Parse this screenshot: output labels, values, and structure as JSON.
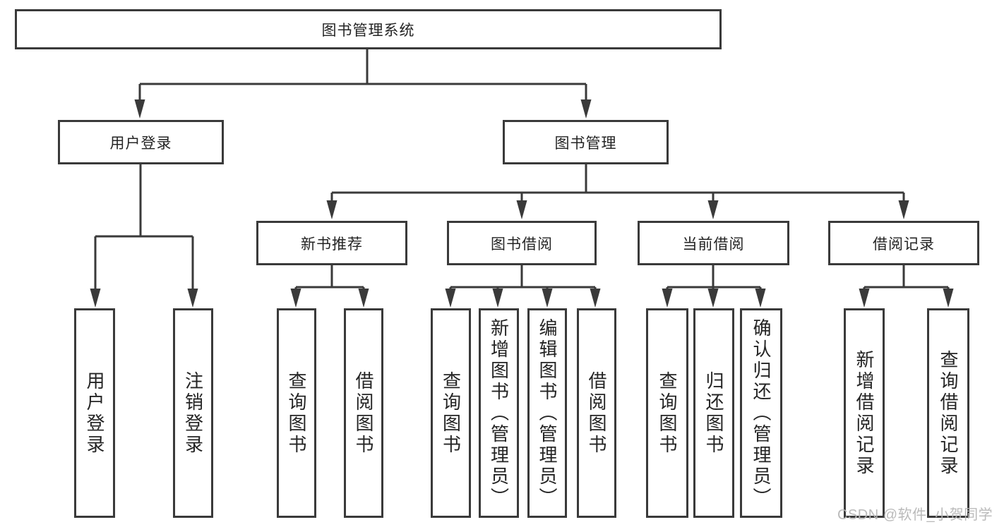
{
  "diagram": {
    "root": {
      "label": "图书管理系统"
    },
    "level2": [
      {
        "label": "用户登录"
      },
      {
        "label": "图书管理"
      }
    ],
    "level3": [
      {
        "label": "新书推荐",
        "parent": "图书管理"
      },
      {
        "label": "图书借阅",
        "parent": "图书管理"
      },
      {
        "label": "当前借阅",
        "parent": "图书管理"
      },
      {
        "label": "借阅记录",
        "parent": "图书管理"
      }
    ],
    "leaves": [
      {
        "label": "用户登录",
        "parent": "用户登录"
      },
      {
        "label": "注销登录",
        "parent": "用户登录"
      },
      {
        "label": "查询图书",
        "parent": "新书推荐"
      },
      {
        "label": "借阅图书",
        "parent": "新书推荐"
      },
      {
        "label": "查询图书",
        "parent": "图书借阅"
      },
      {
        "label": "新增图书（管理员）",
        "parent": "图书借阅"
      },
      {
        "label": "编辑图书（管理员）",
        "parent": "图书借阅"
      },
      {
        "label": "借阅图书",
        "parent": "图书借阅"
      },
      {
        "label": "查询图书",
        "parent": "当前借阅"
      },
      {
        "label": "归还图书",
        "parent": "当前借阅"
      },
      {
        "label": "确认归还（管理员）",
        "parent": "当前借阅"
      },
      {
        "label": "新增借阅记录",
        "parent": "借阅记录"
      },
      {
        "label": "查询借阅记录",
        "parent": "借阅记录"
      }
    ]
  },
  "watermark": "CSDN @软件_小贺同学",
  "colors": {
    "line": "#3a3a3a",
    "box_border": "#3a3a3a",
    "text": "#242424",
    "watermark": "#b6b6b6",
    "background": "#ffffff"
  }
}
